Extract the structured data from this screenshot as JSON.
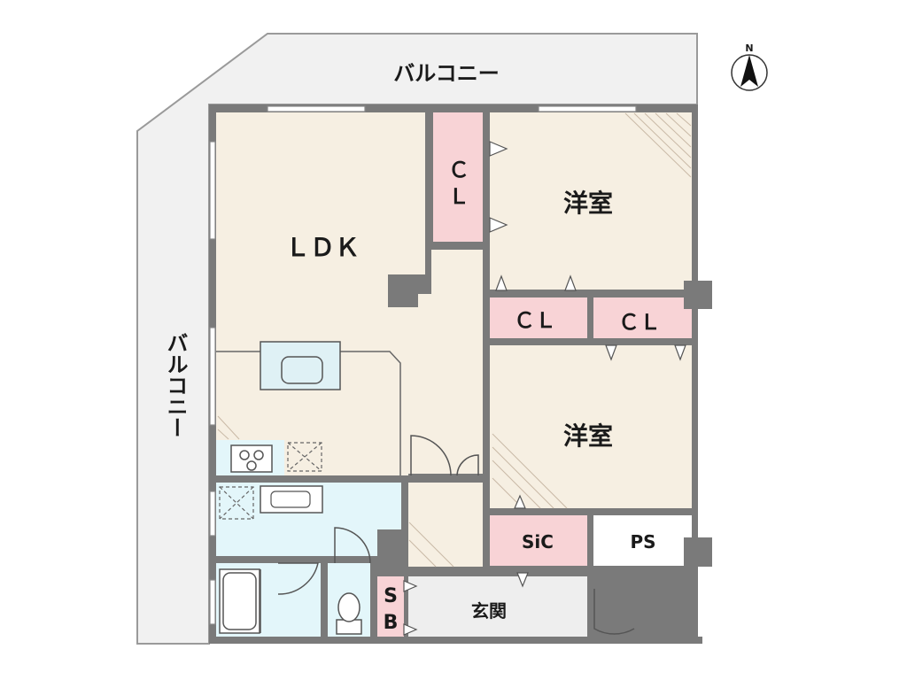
{
  "plan": {
    "compass": {
      "label": "N"
    },
    "rooms": {
      "balcony_top": "バルコニー",
      "balcony_left": "バルコニー",
      "ldk": "ＬＤＫ",
      "closet_v_line1": "Ｃ",
      "closet_v_line2": "Ｌ",
      "bedroom_north": "洋室",
      "closet_a": "ＣＬ",
      "closet_b": "ＣＬ",
      "bedroom_south": "洋室",
      "sic": "SiC",
      "ps": "PS",
      "sb_line1": "S",
      "sb_line2": "B",
      "entrance": "玄関"
    },
    "colors": {
      "wall": "#7a7a7a",
      "floor_living": "#f6efe2",
      "floor_wet": "#e3f6fa",
      "storage": "#f8d3d6",
      "balcony": "#f1f1f1"
    }
  }
}
